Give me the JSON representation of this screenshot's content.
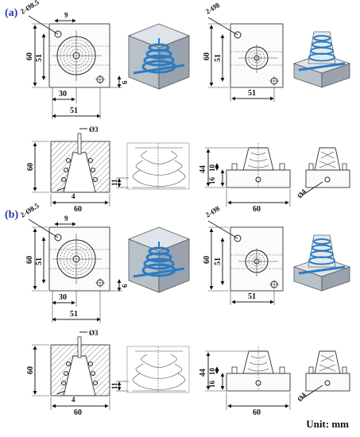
{
  "panels": [
    {
      "tag": "(a)",
      "dims": {
        "hole_left": "2-Ø8.5",
        "hole_right": "2-Ø8",
        "d9": "9",
        "d60_a": "60",
        "d51_a": "51",
        "d6": "6",
        "d30": "30",
        "d51_b": "51",
        "d51_c": "51",
        "d60_b": "60",
        "d51_d": "51",
        "phi3": "Ø3",
        "d60_c": "60",
        "d4": "4",
        "d11": "11",
        "d60_d": "60",
        "d44": "44",
        "d10": "10",
        "d16": "16",
        "d60_e": "60",
        "phi4": "Ø4"
      }
    },
    {
      "tag": "(b)",
      "dims": {
        "hole_left": "2-Ø8.5",
        "hole_right": "2-Ø8",
        "d9": "9",
        "d60_a": "60",
        "d51_a": "51",
        "d6": "6",
        "d30": "30",
        "d51_b": "51",
        "d51_c": "51",
        "d60_b": "60",
        "d51_d": "51",
        "phi3": "Ø3",
        "d60_c": "60",
        "d4": "4",
        "d11": "11",
        "d60_d": "60",
        "d44": "44",
        "d10": "10",
        "d16": "16",
        "d60_e": "60",
        "phi4": "Ø4"
      }
    }
  ],
  "unit_label": "Unit: mm",
  "colors": {
    "coil": "#2b7cc4",
    "tag": "#1f3aa8",
    "cube": "#b8c0c8"
  }
}
